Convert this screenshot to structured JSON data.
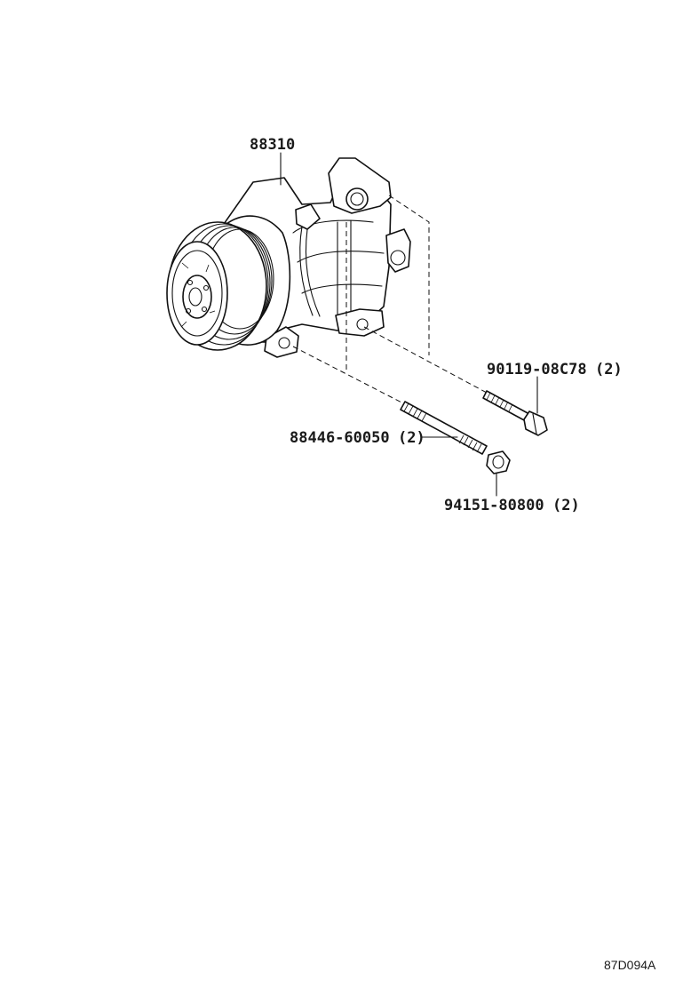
{
  "parts": [
    {
      "part_number": "88310",
      "quantity": ""
    },
    {
      "part_number": "90119-08C78",
      "quantity": "(2)"
    },
    {
      "part_number": "88446-60050",
      "quantity": "(2)"
    },
    {
      "part_number": "94151-80800",
      "quantity": "(2)"
    }
  ],
  "diagram_code": "87D094A"
}
